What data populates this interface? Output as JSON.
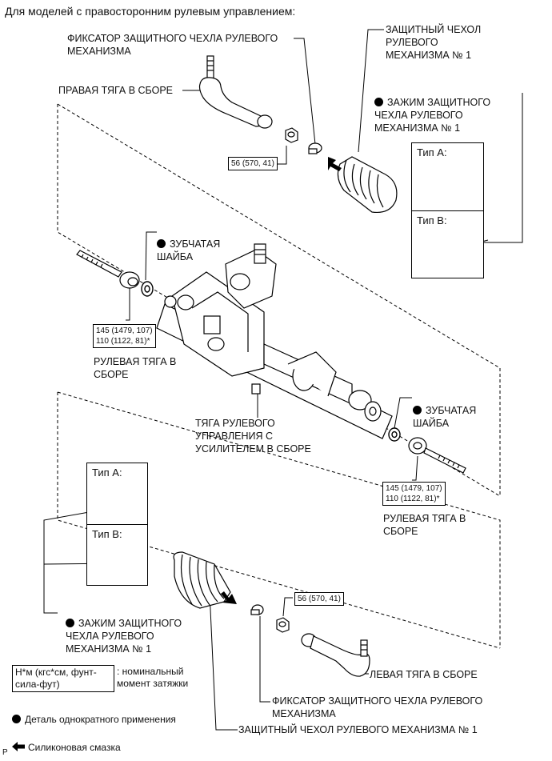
{
  "header": "Для моделей с правосторонним рулевым управлением:",
  "labels": {
    "boot_clamp_top": "ФИКСАТОР ЗАЩИТНОГО ЧЕХЛА РУЛЕВОГО\nМЕХАНИЗМА",
    "right_tie_rod_end": "ПРАВАЯ ТЯГА В СБОРЕ",
    "boot_top": "ЗАЩИТНЫЙ ЧЕХОЛ\nРУЛЕВОГО\nМЕХАНИЗМА № 1",
    "boot_clip_top": "ЗАЖИМ ЗАЩИТНОГО\nЧЕХЛА РУЛЕВОГО\nМЕХАНИЗМА № 1",
    "claw_washer_left": "ЗУБЧАТАЯ\nШАЙБА",
    "rack_end_left": "РУЛЕВАЯ ТЯГА В\nСБОРЕ",
    "gear_assembly": "ТЯГА РУЛЕВОГО\nУПРАВЛЕНИЯ С\nУСИЛИТЕЛЕМ В СБОРЕ",
    "claw_washer_right": "ЗУБЧАТАЯ\nШАЙБА",
    "rack_end_right": "РУЛЕВАЯ ТЯГА В\nСБОРЕ",
    "boot_clip_bottom": "ЗАЖИМ ЗАЩИТНОГО\nЧЕХЛА РУЛЕВОГО\nМЕХАНИЗМА № 1",
    "left_tie_rod_end": "ЛЕВАЯ ТЯГА В СБОРЕ",
    "boot_clamp_bottom": "ФИКСАТОР ЗАЩИТНОГО ЧЕХЛА РУЛЕВОГО\nМЕХАНИЗМА",
    "boot_bottom": "ЗАЩИТНЫЙ ЧЕХОЛ РУЛЕВОГО МЕХАНИЗМА № 1"
  },
  "torques": {
    "nut_top": "56 (570, 41)",
    "rack_left": "145 (1479, 107)\n110 (1122, 81)*",
    "rack_right": "145 (1479, 107)\n110 (1122, 81)*",
    "nut_bottom": "56 (570, 41)"
  },
  "type_boxes": {
    "type_a": "Тип A:",
    "type_b": "Тип B:"
  },
  "legend": {
    "torque_box": "Н*м (кгс*см, фунт-\nсила-фут)",
    "torque_desc": ": номинальный\nмомент затяжки",
    "non_reusable": "Деталь однократного применения",
    "silicone": "Силиконовая смазка"
  },
  "corner_mark": "P",
  "icons": [
    "filled-circle-icon",
    "arrow-left-icon"
  ]
}
